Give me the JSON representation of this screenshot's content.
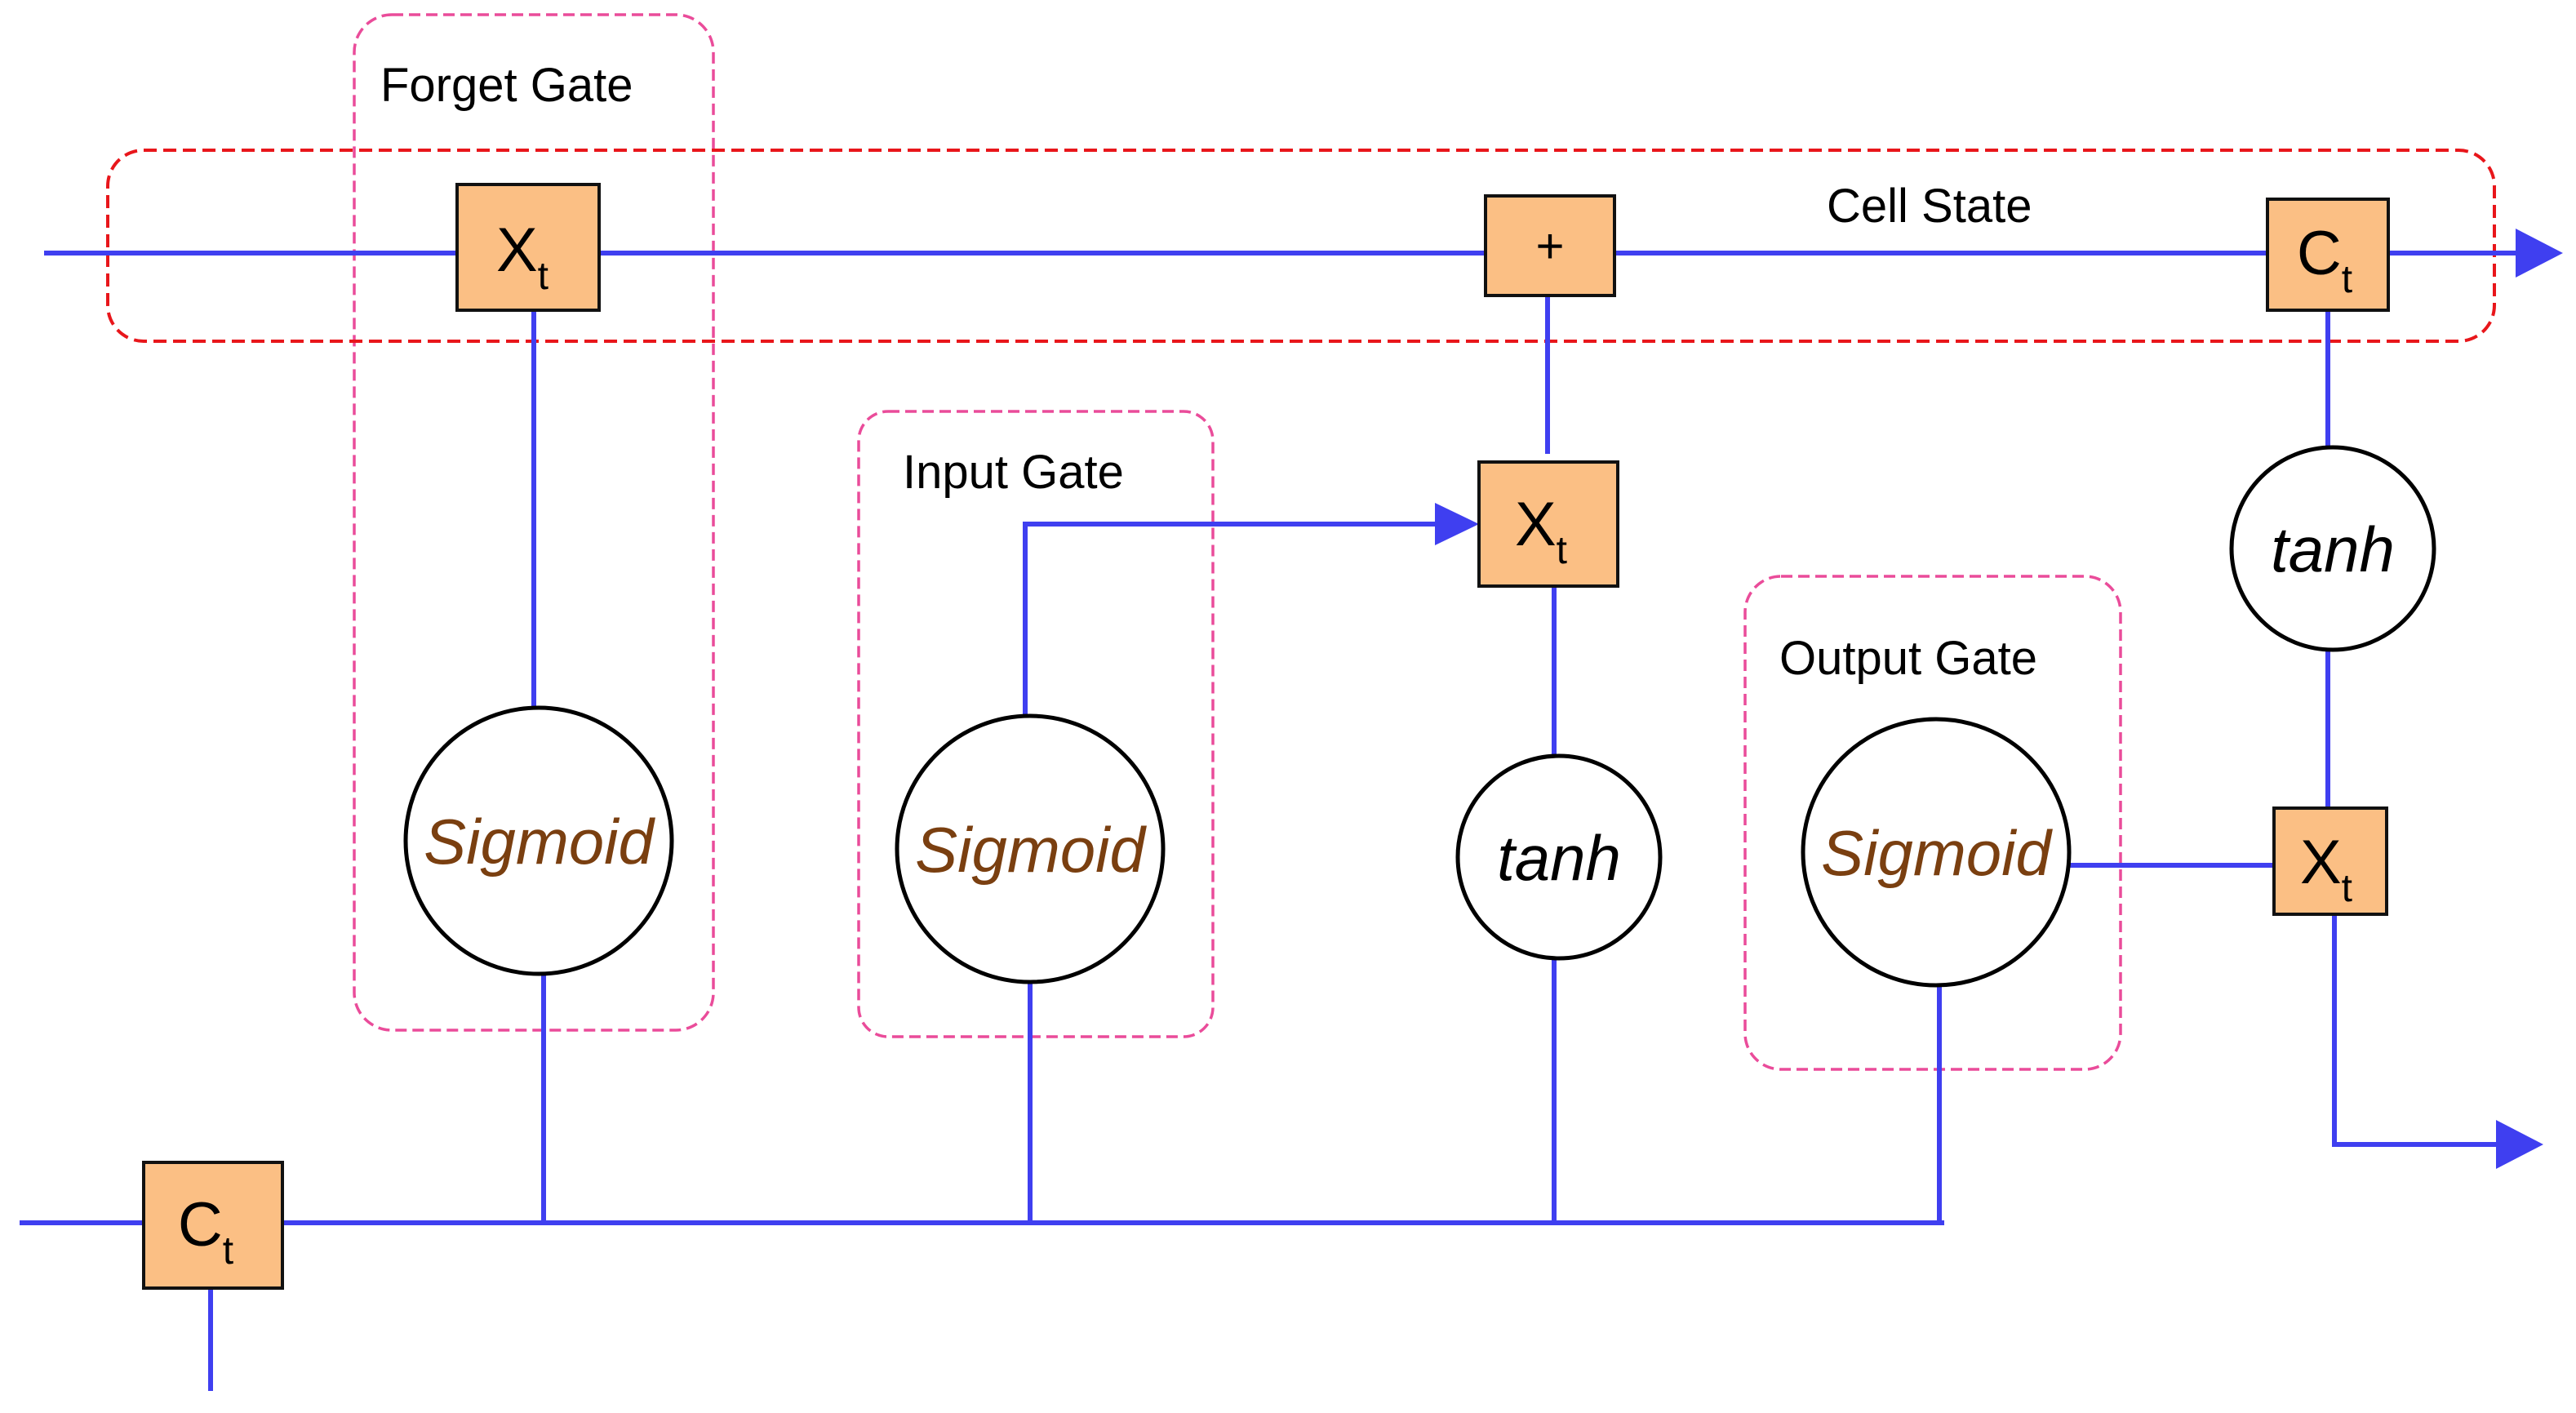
{
  "labels": {
    "forget_gate": "Forget Gate",
    "input_gate": "Input Gate",
    "output_gate": "Output Gate",
    "cell_state": "Cell State"
  },
  "nodes": {
    "multiply_main": "X",
    "multiply_sub": "t",
    "plus": "+",
    "cell_main": "C",
    "cell_sub": "t",
    "sigmoid": "Sigmoid",
    "tanh": "tanh"
  },
  "colors": {
    "wire": "#3f3ff0",
    "gate_outline": "#ea4c9a",
    "cell_state_outline": "#e8161b",
    "op_box_fill": "#fbbf84",
    "sigmoid_text": "#7a3f10"
  }
}
